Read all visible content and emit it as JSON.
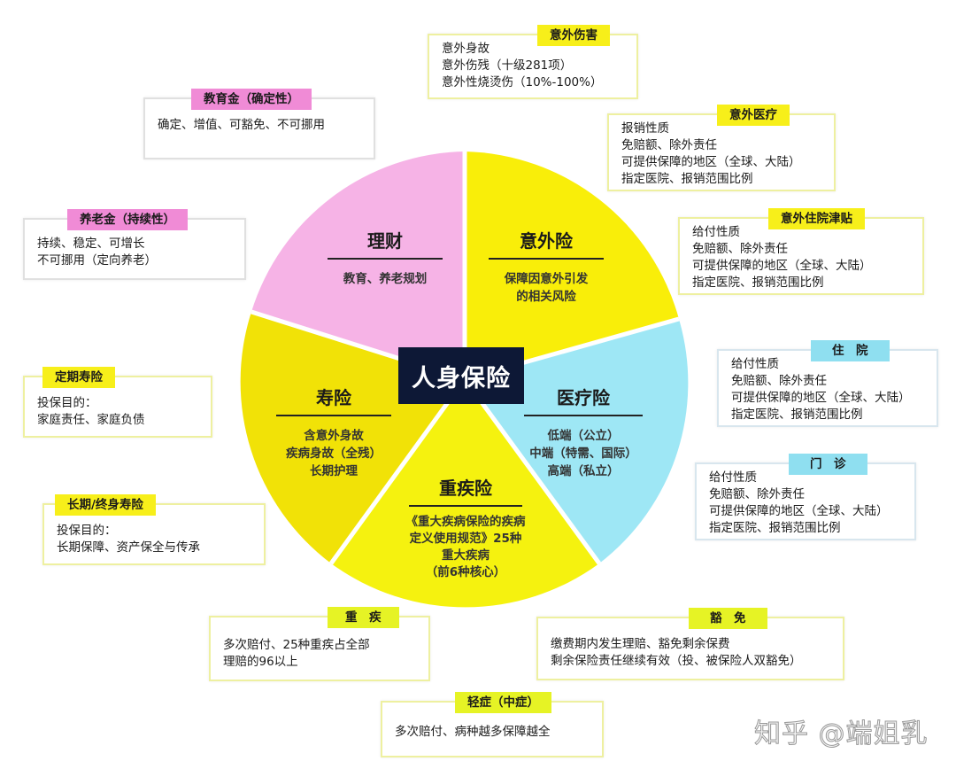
{
  "center": {
    "title": "人身保险"
  },
  "segments": [
    {
      "id": "licai",
      "title": "理财",
      "desc": [
        "教育、养老规划"
      ],
      "color": "#f6b3e6"
    },
    {
      "id": "yiwai",
      "title": "意外险",
      "desc": [
        "保障因意外引发",
        "的相关风险"
      ],
      "color": "#f9ee09"
    },
    {
      "id": "yiliao",
      "title": "医疗险",
      "desc": [
        "低端（公立）",
        "中端（特需、国际）",
        "高端（私立）"
      ],
      "color": "#9ee7f5"
    },
    {
      "id": "zhongji",
      "title": "重疾险",
      "desc": [
        "《重大疾病保险的疾病",
        "定义使用规范》25种",
        "重大疾病",
        "（前6种核心）"
      ],
      "color": "#f5f20f"
    },
    {
      "id": "shouxian",
      "title": "寿险",
      "desc": [
        "含意外身故",
        "疾病身故（全残）",
        "长期护理"
      ],
      "color": "#f1e207"
    }
  ],
  "boxes": {
    "yiwai_shanghai": {
      "tag": "意外伤害",
      "lines": [
        "意外身故",
        "意外伤残（十级281项）",
        "意外性烧烫伤（10%-100%）"
      ]
    },
    "yiwai_yiliao": {
      "tag": "意外医疗",
      "lines": [
        "报销性质",
        "免赔额、除外责任",
        "可提供保障的地区（全球、大陆）",
        "指定医院、报销范围比例"
      ]
    },
    "yiwai_jintie": {
      "tag": "意外住院津贴",
      "lines": [
        "给付性质",
        "免赔额、除外责任",
        "可提供保障的地区（全球、大陆）",
        "指定医院、报销范围比例"
      ]
    },
    "zhuyuan": {
      "tag": "住　院",
      "lines": [
        "给付性质",
        "免赔额、除外责任",
        "可提供保障的地区（全球、大陆）",
        "指定医院、报销范围比例"
      ]
    },
    "menzhen": {
      "tag": "门　诊",
      "lines": [
        "给付性质",
        "免赔额、除外责任",
        "可提供保障的地区（全球、大陆）",
        "指定医院、报销范围比例"
      ]
    },
    "jiaoyujin": {
      "tag": "教育金（确定性）",
      "lines": [
        "确定、增值、可豁免、不可挪用"
      ]
    },
    "yanglaojin": {
      "tag": "养老金（持续性）",
      "lines": [
        "持续、稳定、可增长",
        "不可挪用（定向养老）"
      ]
    },
    "dingqi": {
      "tag": "定期寿险",
      "lines": [
        "投保目的：",
        "家庭责任、家庭负债"
      ]
    },
    "zhongshen": {
      "tag": "长期/终身寿险",
      "lines": [
        "投保目的：",
        "长期保障、资产保全与传承"
      ]
    },
    "zhongji": {
      "tag": "重　疾",
      "lines": [
        "多次赔付、25种重疾占全部",
        "理赔的96以上"
      ]
    },
    "huomian": {
      "tag": "豁　免",
      "lines": [
        "缴费期内发生理赔、豁免剩余保费",
        "剩余保险责任继续有效（投、被保险人双豁免）"
      ]
    },
    "qingzheng": {
      "tag": "轻症（中症）",
      "lines": [
        "多次赔付、病种越多保障越全"
      ]
    }
  },
  "watermark": "知乎 @端姐乳"
}
